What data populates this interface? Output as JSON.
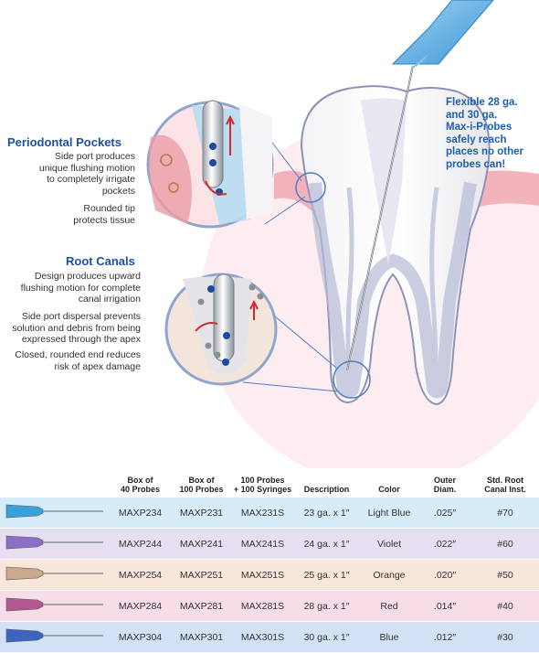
{
  "periodontal": {
    "title": "Periodontal Pockets",
    "notes": [
      "Side port produces\nunique flushing motion\nto completely irrigate\npockets",
      "Rounded tip\nprotects tissue"
    ]
  },
  "root_canals": {
    "title": "Root Canals",
    "notes": [
      "Design produces upward\nflushing motion for complete\ncanal irrigation",
      "Side port dispersal prevents\nsolution and debris from being\nexpressed through the apex",
      "Closed, rounded end reduces\nrisk of apex damage"
    ]
  },
  "flex_note": "Flexible 28 ga.\nand 30 ga.\nMax-i-Probes\nsafely reach\nplaces no other\nprobes can!",
  "table": {
    "headers": [
      "",
      "Box of\n40 Probes",
      "Box of\n100 Probes",
      "100 Probes\n+ 100 Syringes",
      "Description",
      "Color",
      "Outer\nDiam.",
      "Std. Root\nCanal Inst."
    ],
    "rows": [
      {
        "hub_color": "#3aa0dc",
        "row_color": "#d6ecf8",
        "cells": [
          "MAXP234",
          "MAXP231",
          "MAX231S",
          "23 ga. x 1″",
          "Light Blue",
          ".025″",
          "#70"
        ]
      },
      {
        "hub_color": "#8a6fc2",
        "row_color": "#e6dff2",
        "cells": [
          "MAXP244",
          "MAXP241",
          "MAX241S",
          "24 ga. x 1″",
          "Violet",
          ".022″",
          "#60"
        ]
      },
      {
        "hub_color": "#c9a98a",
        "row_color": "#f7e6d9",
        "cells": [
          "MAXP254",
          "MAXP251",
          "MAX251S",
          "25 ga. x 1″",
          "Orange",
          ".020″",
          "#50"
        ]
      },
      {
        "hub_color": "#b2588e",
        "row_color": "#f6dde8",
        "cells": [
          "MAXP284",
          "MAXP281",
          "MAX281S",
          "28 ga. x 1″",
          "Red",
          ".014″",
          "#40"
        ]
      },
      {
        "hub_color": "#3f63c0",
        "row_color": "#d3e1f4",
        "cells": [
          "MAXP304",
          "MAXP301",
          "MAX301S",
          "30 ga. x 1″",
          "Blue",
          ".012″",
          "#30"
        ]
      }
    ]
  }
}
